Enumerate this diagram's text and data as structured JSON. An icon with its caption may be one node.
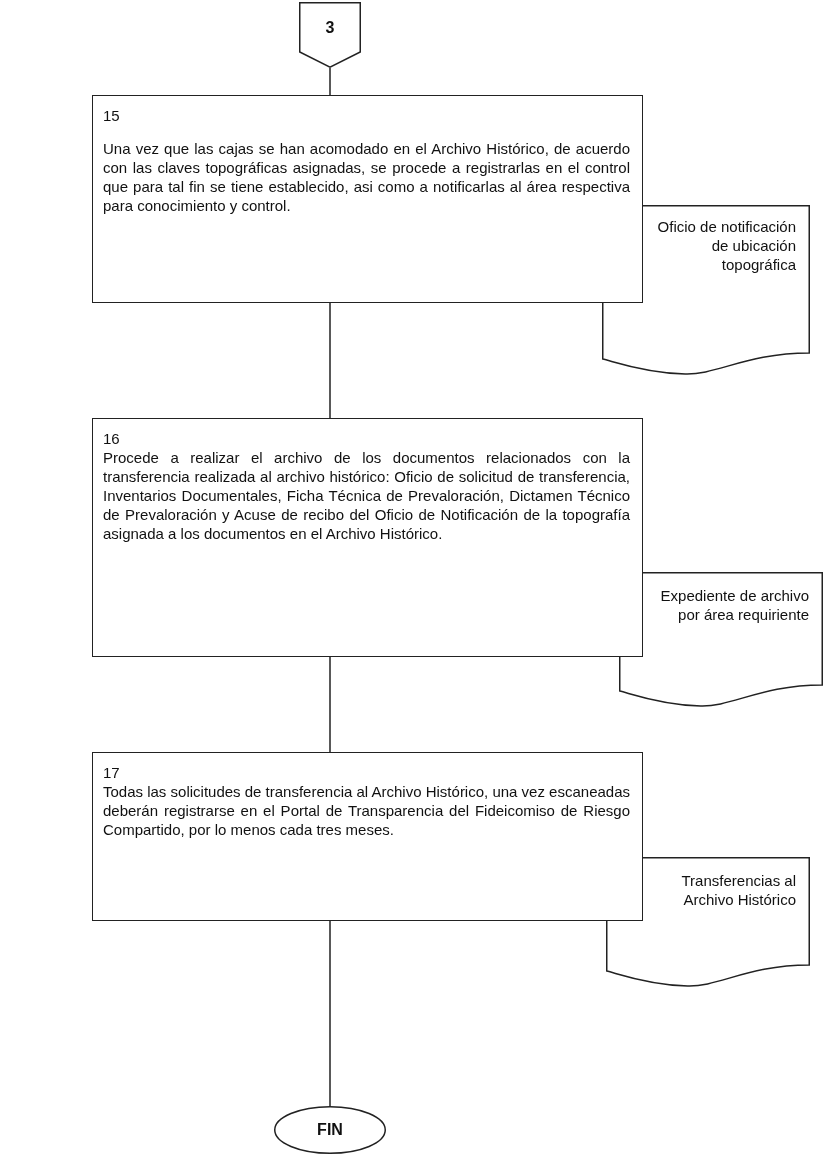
{
  "diagram": {
    "nodes": [
      {
        "text": [
          "3"
        ]
      },
      {
        "text": [
          "15",
          "Una vez que las cajas se han acomodado en el Archivo Histórico, de acuerdo con las claves topográficas asignadas, se procede a registrarlas en el control que para tal fin se tiene establecido, asi como a notificarlas al área respectiva para conocimiento y control."
        ]
      },
      {
        "text": [
          "Oficio de notificación de ubicación topográfica"
        ]
      },
      {
        "text": [
          "16",
          "Procede a realizar el archivo de los documentos relacionados con la transferencia realizada al archivo histórico: Oficio de solicitud de transferencia, Inventarios Documentales, Ficha Técnica de Prevaloración, Dictamen Técnico de Prevaloración y Acuse de recibo del Oficio de Notificación de la topografía asignada a los documentos en el Archivo Histórico."
        ]
      },
      {
        "text": [
          "Expediente de archivo por área requiriente"
        ]
      },
      {
        "text": [
          "17",
          "Todas las solicitudes de transferencia al Archivo Histórico, una vez escaneadas deberán registrarse en el Portal de Transparencia del Fideicomiso de Riesgo Compartido, por lo menos cada tres meses."
        ]
      },
      {
        "text": [
          "Transferencias al Archivo Histórico"
        ]
      },
      {
        "text": [
          "FIN"
        ]
      }
    ],
    "edges": [
      {
        "from": 0,
        "to": 1,
        "arrow": "none"
      },
      {
        "from": 1,
        "to": 3,
        "arrow": "none"
      },
      {
        "from": 3,
        "to": 5,
        "arrow": "none"
      },
      {
        "from": 5,
        "to": 7,
        "arrow": "none"
      }
    ]
  }
}
